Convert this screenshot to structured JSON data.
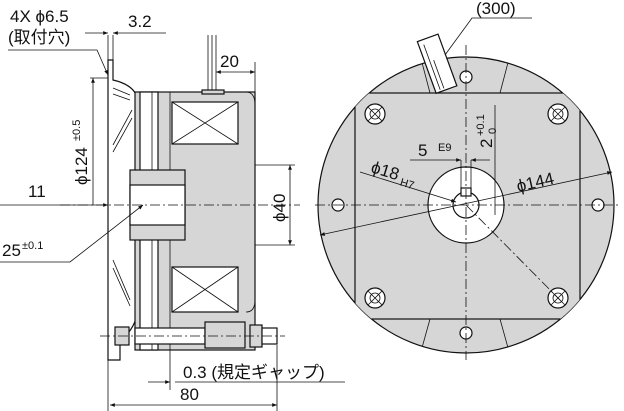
{
  "side_view": {
    "mount_holes": "4X ϕ6.5",
    "mount_holes_note": "(取付穴)",
    "flange_thickness": "3.2",
    "lead_offset": "20",
    "bolt_circle": "ϕ124",
    "bolt_circle_tol": "±0.5",
    "hub_dim": "11",
    "hub_length": "25",
    "hub_length_tol": "±0.1",
    "bore_dia": "ϕ40",
    "gap": "0.3 (規定ギャップ)",
    "overall_length": "80"
  },
  "front_view": {
    "lead_length": "(300)",
    "keyway_width": "5",
    "keyway_width_fit": "E9",
    "bore": "ϕ18",
    "bore_fit": "H7",
    "keyway_depth": "2",
    "keyway_depth_tol_upper": "+0.1",
    "keyway_depth_tol_lower": "0",
    "outer_dia": "ϕ144"
  }
}
